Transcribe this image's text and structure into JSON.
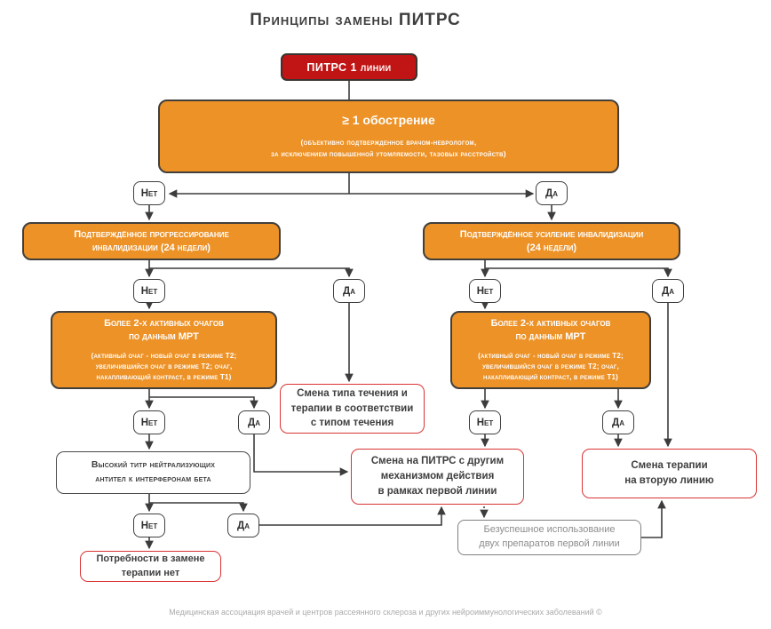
{
  "title": "Принципы замены ПИТРС",
  "labels": {
    "yes": "Да",
    "no": "Нет"
  },
  "nodes": {
    "root": {
      "label": "ПИТРС 1 линии"
    },
    "exacerbation": {
      "title": "≥ 1 обострение",
      "subtitle": "(объективно подтвержденное врачом-неврологом,\nза исключением повышенной утомляемости, тазовых расстройств)"
    },
    "progression": {
      "label": "Подтверждённое прогрессирование\nинвалидизации (24 недели)"
    },
    "disability_increase": {
      "label": "Подтверждённое усиление инвалидизации\n(24 недели)"
    },
    "mri_left": {
      "title": "Более 2-х активных очагов\nпо данным МРТ",
      "subtitle": "(активный очаг - новый очаг в режиме Т2;\nувеличившийся очаг в режиме Т2; очаг,\nнакапливающий контраст, в режиме Т1)"
    },
    "mri_right": {
      "title": "Более 2-х активных очагов\nпо данным МРТ",
      "subtitle": "(активный очаг - новый очаг в режиме Т2;\nувеличившийся очаг в режиме Т2; очаг,\nнакапливающий контраст, в режиме Т1)"
    },
    "course_change": {
      "label": "Смена типа течения и\nтерапии в соответствии\nс типом течения"
    },
    "titer": {
      "label": "Высокий титр нейтрализующих\nантител к интерферонам бета"
    },
    "switch_first_line": {
      "label": "Смена на ПИТРС с другим\nмеханизмом действия\nв рамках первой линии"
    },
    "second_line": {
      "label": "Смена терапии\nна вторую линию"
    },
    "no_need": {
      "label": "Потребности в замене\nтерапии нет"
    },
    "unsuccessful": {
      "label": "Безуспешное использование\nдвух препаратов первой линии"
    }
  },
  "footer": "Медицинская ассоциация врачей и центров рассеянного склероза и других нейроиммунологических заболеваний ©",
  "colors": {
    "box_orange": "#ED9227",
    "box_red_fill": "#C11414",
    "outline_red": "#D93434",
    "outline_dark": "#4A4A4A",
    "outline_gray": "#808080",
    "connector": "#3C3C3C",
    "text_dark": "#3E3E3E",
    "footer_gray": "#ABABAB"
  }
}
